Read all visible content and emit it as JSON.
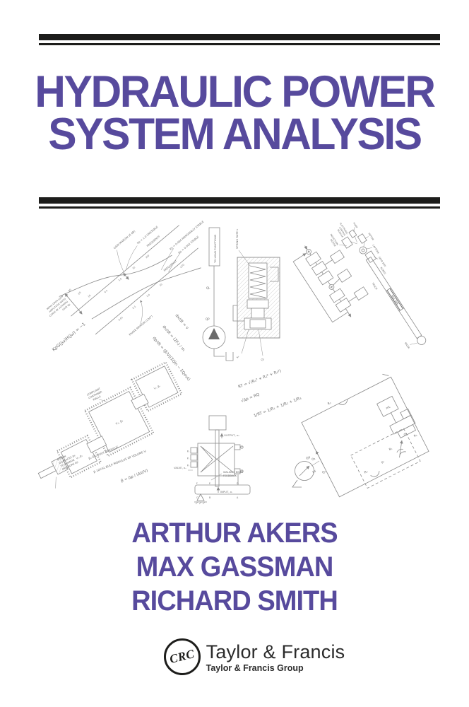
{
  "cover": {
    "title_line1": "HYDRAULIC POWER",
    "title_line2": "SYSTEM ANALYSIS",
    "authors": [
      "ARTHUR AKERS",
      "MAX GASSMAN",
      "RICHARD SMITH"
    ],
    "colors": {
      "title_purple": "#574a9d",
      "bar_black": "#1d1d1b",
      "diagram_gray": "#8a8a8a"
    }
  },
  "publisher": {
    "logo_text": "CRC",
    "name": "Taylor & Francis",
    "group": "Taylor & Francis Group"
  },
  "diagram": {
    "bode": {
      "move_note_lines": [
        "MOVE OPEN LOOP",
        "AMPLITUDE RATIO",
        "CURVE BY ALTERING",
        "GAIN Kp"
      ],
      "gain_margin": "GAIN MARGIN (6 dB)",
      "frequency": "FREQUENCY",
      "frequency2": "FREQUENCY",
      "kp_unstable": "Kp = 1.0  UNSTABLE",
      "kp_marginal": "Kp = 0.084  MARGINALLY STABLE",
      "kp_stable": "Kp = 0.042  STABLE",
      "phase_margin": "PHASE MARGIN (134°)",
      "phase_tick": "-270",
      "amp_ticks": [
        "30",
        "20",
        "10"
      ],
      "freq_ticks": [
        "0.1",
        "1.0",
        "10",
        "100"
      ],
      "freq_ticks2": [
        "0.05",
        "0.1",
        "1.0",
        "10"
      ],
      "equation": "KpG(jω)H(jω) = −1"
    },
    "relief_valve": {
      "to_load": "TO LOAD FUNCTIONS",
      "spring_rate": "SPRING RATE k",
      "q_load": "QL",
      "q_pump": "QP",
      "x_valve": "xᵥ",
      "q_valve": "Qᵥ"
    },
    "rig": {
      "ecm_lines": [
        "ELECTRONIC",
        "CONTROL",
        "MODULE"
      ],
      "pump": "PUMP",
      "motor": "MOTOR",
      "capstan": "CAPSTAN",
      "gear_box": "GEAR BOX",
      "induction_lines": [
        "INDUCTION",
        "MOTOR"
      ],
      "ropes": "ROPES",
      "soil_bin": "SOIL BIN",
      "track": "TRACK",
      "idler": "IDLER"
    },
    "equations": {
      "eq1": "dx/dt = v",
      "eq2": "dv/dt = (ΣFᵢ) / m",
      "eq3": "dp/dt = (β/V)(ΣQin − ΣQout)",
      "eq4": "RT = √(R₁² + R₂² + R₃²)",
      "eq5": "√Δp = RQ",
      "eq6": "1/RT = 1/R₁ + 1/R₂ + 1/R₃"
    },
    "chambers": {
      "compliant_lines": [
        "COMPLIANT",
        "CONTAINER",
        "WALLS"
      ],
      "v1": "V₁, β₁",
      "v2": "V₂, β₂",
      "vn": "Vₙ, βₙ",
      "piston_lines": [
        "PISTON",
        "DISPLACES Δv",
        "TO CHANGE",
        "PRESSURE Δp"
      ],
      "beta0": "β₀   OIL BULK MODULUS",
      "betai": "βᵢ   LOCAL BULK MODULUS OF VOLUME Vᵢ",
      "beta_eq": "β = Δp / (ΔV/V)"
    },
    "walking_beam": {
      "output": "OUTPUT, x₀",
      "valve": "VALVE, xᵥ",
      "feedback_lines": [
        "WALKING BEAM",
        "FEEDBACK"
      ],
      "input": "INPUT, xᵢ",
      "ports": [
        "P₂",
        "Pₛ",
        "P₁"
      ],
      "points_top": [
        "F",
        "E",
        "D"
      ],
      "points_bottom": [
        "C",
        "B",
        "A"
      ]
    },
    "circuit": {
      "r2": "R₂",
      "q2": "Q₂",
      "qp": "Qp",
      "ps": "ps",
      "q0": "Q₀",
      "r0": "R₀",
      "pv": "pᵥ",
      "rs": "Rₛ",
      "q1": "Q₁",
      "r1": "R₁",
      "ml": "mL"
    }
  }
}
